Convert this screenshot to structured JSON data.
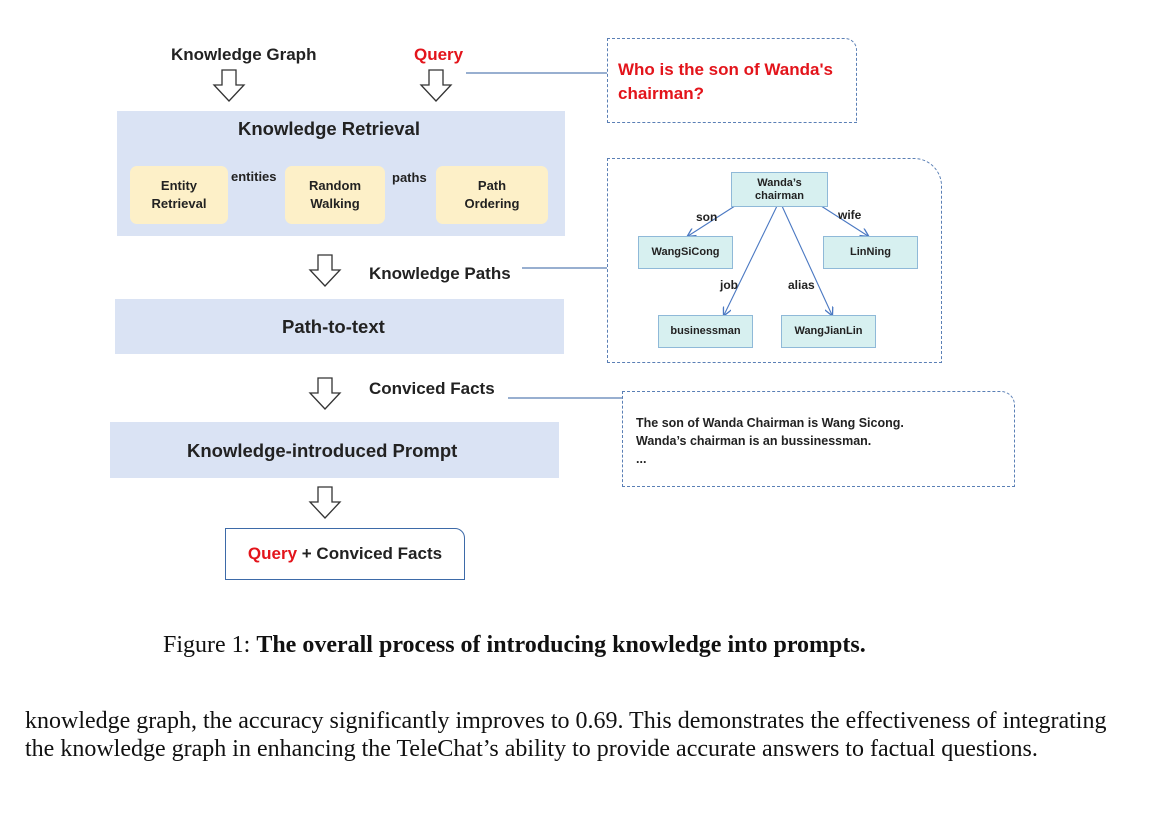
{
  "diagram": {
    "inputs": {
      "knowledge_graph": "Knowledge Graph",
      "query": "Query"
    },
    "question": "Who is the son of Wanda's chairman?",
    "knowledge_retrieval": {
      "title": "Knowledge Retrieval",
      "steps": [
        "Entity Retrieval",
        "Random Walking",
        "Path Ordering"
      ],
      "step_lines": [
        [
          "Entity",
          "Retrieval"
        ],
        [
          "Random",
          "Walking"
        ],
        [
          "Path",
          "Ordering"
        ]
      ],
      "connectors": [
        "entities",
        "paths"
      ]
    },
    "knowledge_paths_label": "Knowledge Paths",
    "path_to_text": "Path-to-text",
    "convinced_facts_label": "Conviced Facts",
    "prompt_title": "Knowledge-introduced Prompt",
    "output": {
      "query": "Query",
      "plus": " + ",
      "facts": "Conviced Facts"
    },
    "graph": {
      "center_lines": [
        "Wanda’s",
        "chairman"
      ],
      "nodes": [
        "WangSiCong",
        "LinNing",
        "businessman",
        "WangJianLin"
      ],
      "edges": [
        "son",
        "wife",
        "job",
        "alias"
      ]
    },
    "facts": [
      "The son of Wanda Chairman is Wang Sicong.",
      "Wanda’s chairman is an bussinessman.",
      "..."
    ]
  },
  "caption": {
    "prefix": "Figure 1: ",
    "text": "The overall process of introducing knowledge into prompts."
  },
  "body_text": "knowledge graph, the accuracy significantly improves to 0.69. This demonstrates the effectiveness of integrating the knowledge graph in enhancing the TeleChat’s ability to provide accurate answers to factual questions.",
  "colors": {
    "accent_red": "#e3141b",
    "band_blue": "#dae3f4",
    "box_yellow": "#fdf0c8",
    "node_cyan": "#d7f0f0",
    "line_blue": "#5a7fb5"
  }
}
